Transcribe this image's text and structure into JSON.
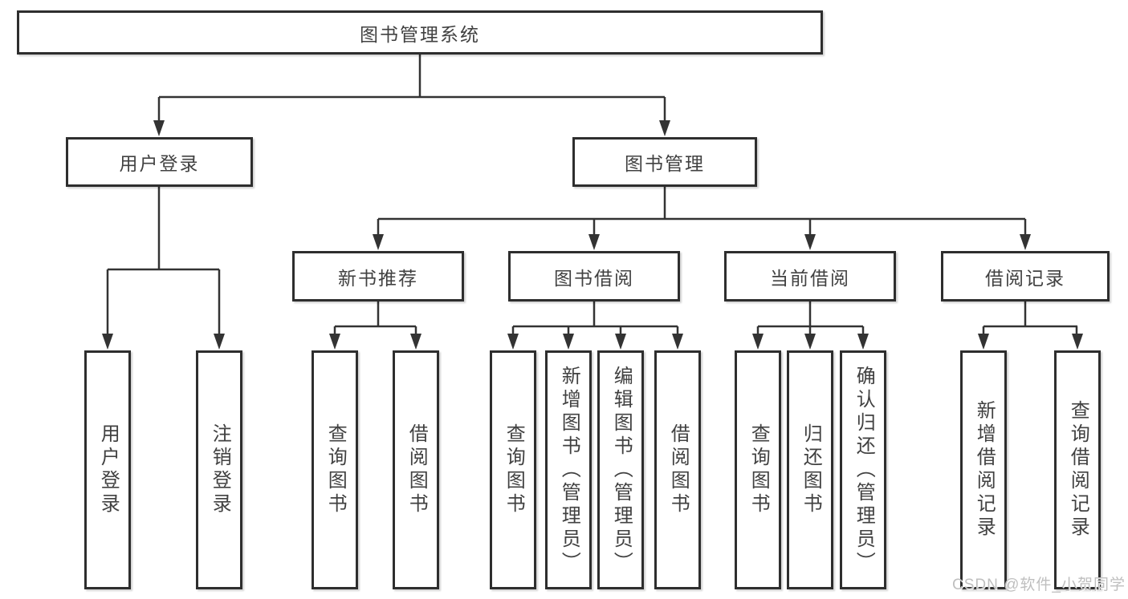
{
  "diagram": {
    "root": {
      "label": "图书管理系统"
    },
    "level2": [
      {
        "label": "用户登录"
      },
      {
        "label": "图书管理"
      }
    ],
    "level3": [
      {
        "label": "新书推荐"
      },
      {
        "label": "图书借阅"
      },
      {
        "label": "当前借阅"
      },
      {
        "label": "借阅记录"
      }
    ],
    "leaves": {
      "user_login": [
        "用户登录",
        "注销登录"
      ],
      "new_books": [
        "查询图书",
        "借阅图书"
      ],
      "book_borrow": [
        "查询图书",
        "新增图书（管理员）",
        "编辑图书（管理员）",
        "借阅图书"
      ],
      "current_borrow": [
        "查询图书",
        "归还图书",
        "确认归还（管理员）"
      ],
      "borrow_records": [
        "新增借阅记录",
        "查询借阅记录"
      ]
    }
  },
  "watermark": {
    "text": "CSDN @软件_小贺同学"
  },
  "colors": {
    "line": "#333333",
    "box_border": "#2e2e2e",
    "box_fill": "#ffffff",
    "text": "#414141",
    "watermark": "#bfbfbf"
  }
}
